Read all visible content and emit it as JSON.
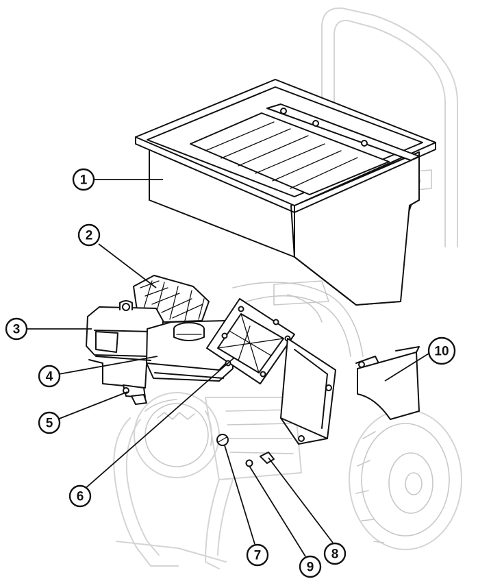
{
  "callouts": [
    {
      "id": "1",
      "label": "1"
    },
    {
      "id": "2",
      "label": "2"
    },
    {
      "id": "3",
      "label": "3"
    },
    {
      "id": "4",
      "label": "4"
    },
    {
      "id": "5",
      "label": "5"
    },
    {
      "id": "6",
      "label": "6"
    },
    {
      "id": "7",
      "label": "7"
    },
    {
      "id": "8",
      "label": "8"
    },
    {
      "id": "9",
      "label": "9"
    },
    {
      "id": "10",
      "label": "10"
    }
  ],
  "colors": {
    "ink": "#111111",
    "faint": "#d4d4d4",
    "background": "#ffffff"
  }
}
